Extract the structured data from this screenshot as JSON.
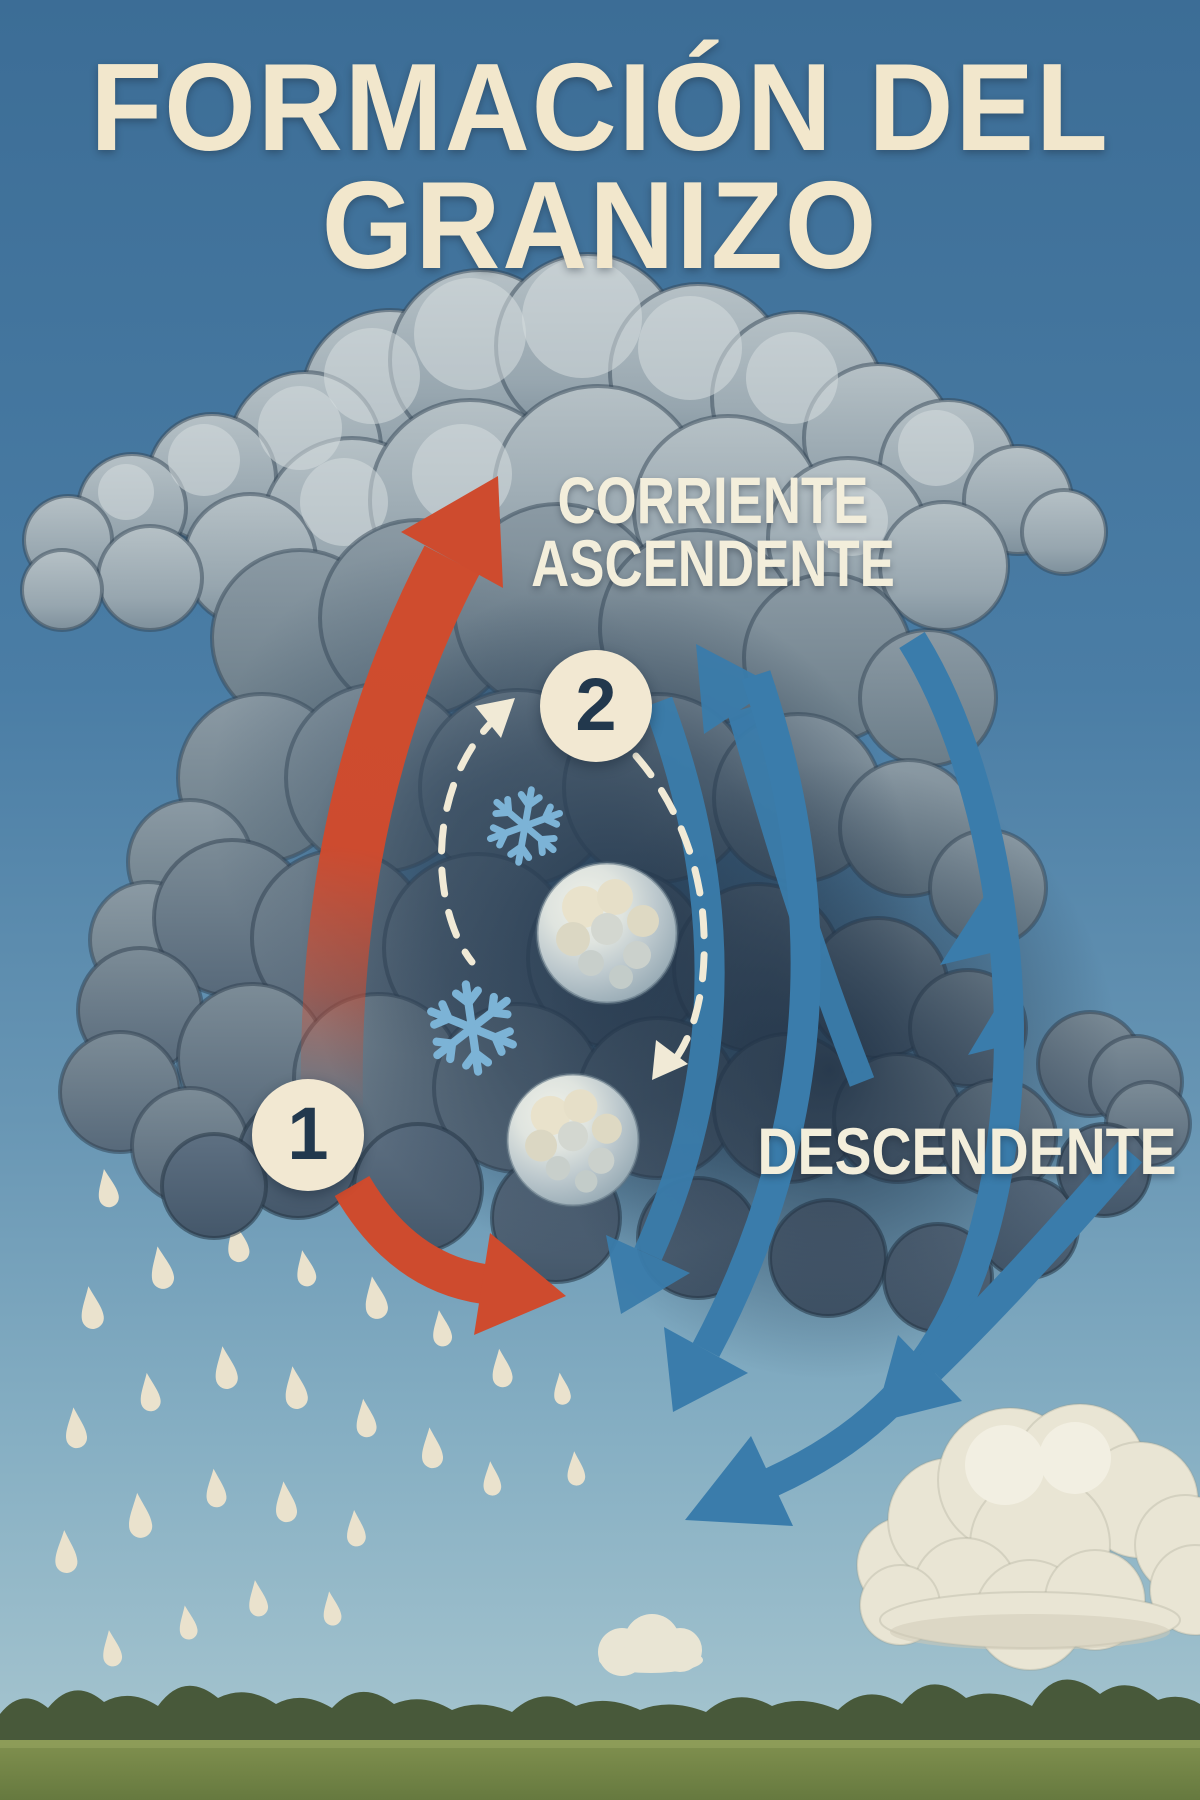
{
  "poster": {
    "title": {
      "line1": "FORMACIÓN DEL",
      "line2": "GRANIZO"
    },
    "labels": {
      "updraft_line1": "CORRIENTE",
      "updraft_line2": "ASCENDENTE",
      "downdraft": "DESCENDENTE"
    },
    "steps": [
      {
        "badge": "1"
      },
      {
        "badge": "2"
      }
    ],
    "colors": {
      "sky_top": "#3c6d96",
      "sky_bottom": "#a3c3ce",
      "cloud_light": "#aeb9bf",
      "cloud_dark": "#44576a",
      "updraft_arrow": "#ce4b2e",
      "downdraft_arrow": "#3a7cab",
      "dashed_path": "#f1ead6",
      "badge_bg": "#f2e8d2",
      "badge_text": "#22384d",
      "snowflake": "#7cb3d6",
      "rain": "#eae2cd",
      "hailstone": "#dfe3de",
      "title_text": "#f2e7cc",
      "trees": "#48593a",
      "grass": "#76884a"
    }
  }
}
